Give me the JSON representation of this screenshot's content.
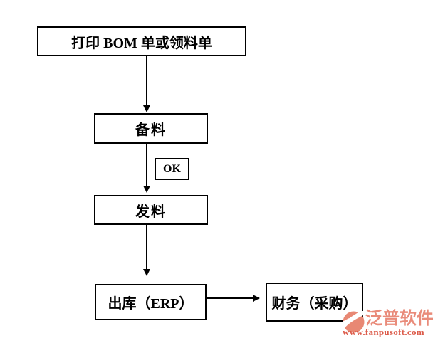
{
  "flowchart": {
    "type": "flowchart",
    "nodes": {
      "print_bom": {
        "label": "打印 BOM 单或领料单"
      },
      "prepare": {
        "label": "备料"
      },
      "ok": {
        "label": "OK"
      },
      "issue": {
        "label": "发料"
      },
      "outbound": {
        "label": "出库（ERP）"
      },
      "finance": {
        "label": "财务（采购）"
      }
    },
    "connections": [
      {
        "from": "print_bom",
        "to": "prepare",
        "direction": "down"
      },
      {
        "from": "prepare",
        "to": "issue",
        "direction": "down",
        "side_label": "OK"
      },
      {
        "from": "issue",
        "to": "outbound",
        "direction": "down"
      },
      {
        "from": "outbound",
        "to": "finance",
        "direction": "right"
      }
    ],
    "box_border_color": "#000000",
    "box_fill_color": "#ffffff",
    "arrow_color": "#000000"
  },
  "watermark": {
    "brand": "泛普软件",
    "url": "www.fanpusoft.com",
    "logo_color": "#e8englishkeyremoved",
    "brand_color": "#e98b7a",
    "url_color": "#dc5c4b",
    "logo_fill": "#e88874"
  }
}
